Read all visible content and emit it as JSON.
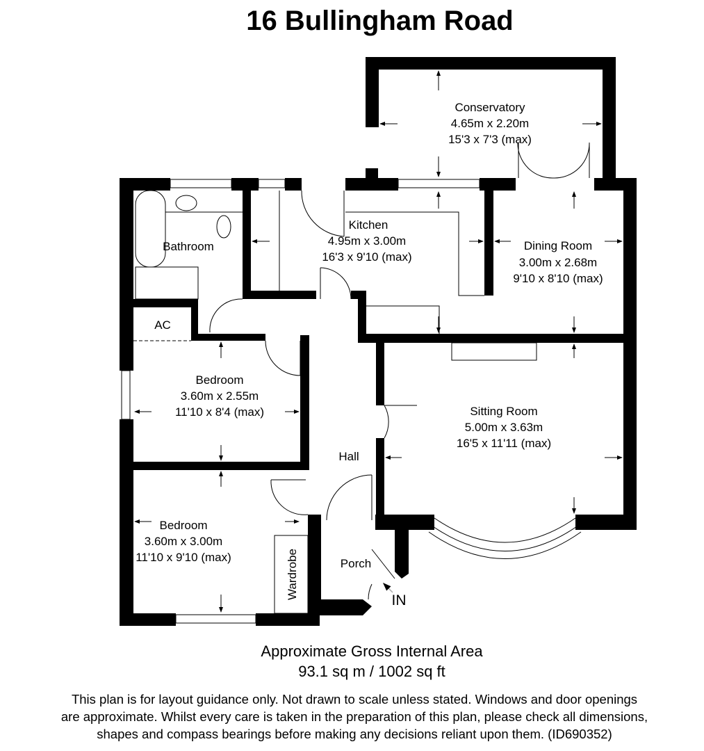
{
  "title": "16 Bullingham Road",
  "rooms": {
    "conservatory": {
      "name": "Conservatory",
      "metric": "4.65m x 2.20m",
      "imperial": "15'3 x 7'3 (max)"
    },
    "kitchen": {
      "name": "Kitchen",
      "metric": "4.95m x 3.00m",
      "imperial": "16'3 x 9'10 (max)"
    },
    "dining": {
      "name": "Dining Room",
      "metric": "3.00m x 2.68m",
      "imperial": "9'10 x 8'10 (max)"
    },
    "bathroom": {
      "name": "Bathroom"
    },
    "ac": {
      "name": "AC"
    },
    "bedroom1": {
      "name": "Bedroom",
      "metric": "3.60m x 2.55m",
      "imperial": "11'10 x 8'4 (max)"
    },
    "sitting": {
      "name": "Sitting Room",
      "metric": "5.00m x 3.63m",
      "imperial": "16'5 x 11'11 (max)"
    },
    "hall": {
      "name": "Hall"
    },
    "bedroom2": {
      "name": "Bedroom",
      "metric": "3.60m x 3.00m",
      "imperial": "11'10 x 9'10 (max)"
    },
    "wardrobe": {
      "name": "Wardrobe"
    },
    "porch": {
      "name": "Porch"
    },
    "entrance": {
      "name": "IN"
    }
  },
  "area": {
    "label": "Approximate Gross Internal Area",
    "value": "93.1 sq m / 1002 sq ft"
  },
  "disclaimer": [
    "This plan is for layout guidance only. Not drawn to scale unless stated. Windows and door openings",
    "are approximate. Whilst every care is taken in the preparation of this plan, please check all dimensions,",
    "shapes and compass bearings before making any decisions reliant upon them. (ID690352)"
  ]
}
